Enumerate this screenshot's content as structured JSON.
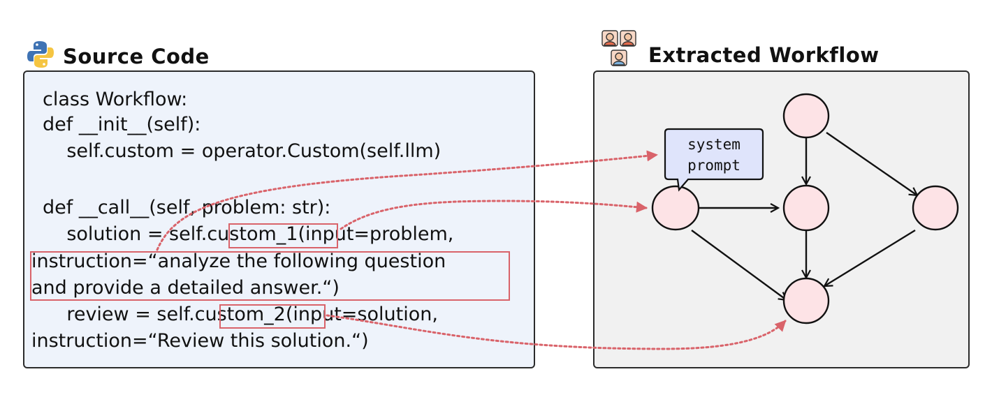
{
  "source": {
    "heading": "Source Code",
    "icon": "python-logo-icon",
    "code_lines": [
      "class Workflow:",
      "def __init__(self):",
      "    self.custom = operator.Custom(self.llm)",
      "def __call__(self, problem: str):",
      "    solution = self.custom_1(input=problem,",
      "instruction=“analyze the following question",
      "and provide a detailed answer.“)",
      "    review = self.custom_2(input=solution,",
      "instruction=“Review this solution.“)"
    ]
  },
  "workflow": {
    "heading": "Extracted Workflow",
    "icon": "team-avatars-icon",
    "callout_lines": [
      "system",
      "prompt"
    ]
  },
  "colors": {
    "code_panel_bg": "#eef3fb",
    "graph_panel_bg": "#f1f1f1",
    "node_fill": "#fde3e6",
    "callout_fill": "#dfe4fb",
    "highlight": "#d9636a"
  }
}
